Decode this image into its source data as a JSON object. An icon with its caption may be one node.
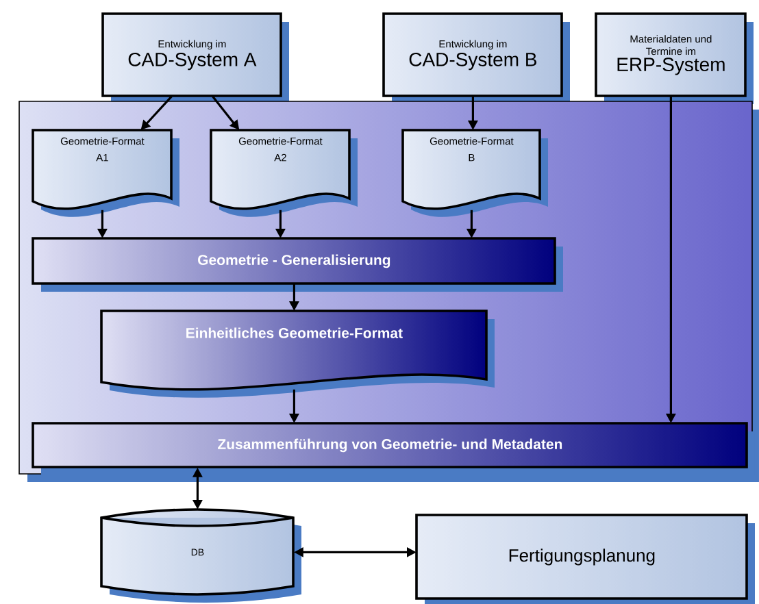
{
  "diagram": {
    "nodes": [
      {
        "text": [
          "Entwicklung im",
          "CAD-System A"
        ]
      },
      {
        "text": [
          "Entwicklung im",
          "CAD-System B"
        ]
      },
      {
        "text": [
          "Materialdaten und Termine im",
          "ERP-System"
        ]
      },
      {
        "text": [],
        "shape": "box"
      },
      {
        "text": [
          "Geometrie-Format A1"
        ],
        "in": 3
      },
      {
        "text": [
          "Geometrie-Format A2"
        ],
        "in": 3
      },
      {
        "text": [
          "Geometrie-Format B"
        ],
        "in": 3
      },
      {
        "text": [
          "Geometrie - Generalisierung"
        ],
        "in": 3
      },
      {
        "text": [
          "Einheitliches Geometrie-Format"
        ],
        "in": 3
      },
      {
        "text": [
          "Zusammenführung von Geometrie- und Metadaten"
        ],
        "in": 3
      },
      {
        "text": [
          "DB"
        ]
      },
      {
        "text": [
          "Fertigungsplanung"
        ]
      }
    ],
    "edges": [
      {
        "from": 0,
        "to": 4,
        "arrow": "to"
      },
      {
        "from": 0,
        "to": 5,
        "arrow": "to"
      },
      {
        "from": 1,
        "to": 6,
        "arrow": "to"
      },
      {
        "from": 4,
        "to": 7,
        "arrow": "to"
      },
      {
        "from": 5,
        "to": 7,
        "arrow": "to"
      },
      {
        "from": 6,
        "to": 7,
        "arrow": "to"
      },
      {
        "from": 7,
        "to": 8,
        "arrow": "to"
      },
      {
        "from": 8,
        "to": 9,
        "arrow": "to"
      },
      {
        "from": 2,
        "to": 9,
        "arrow": "to"
      },
      {
        "from": 9,
        "to": 10,
        "arrow": "both"
      },
      {
        "from": 10,
        "to": 11,
        "arrow": "both"
      }
    ]
  }
}
